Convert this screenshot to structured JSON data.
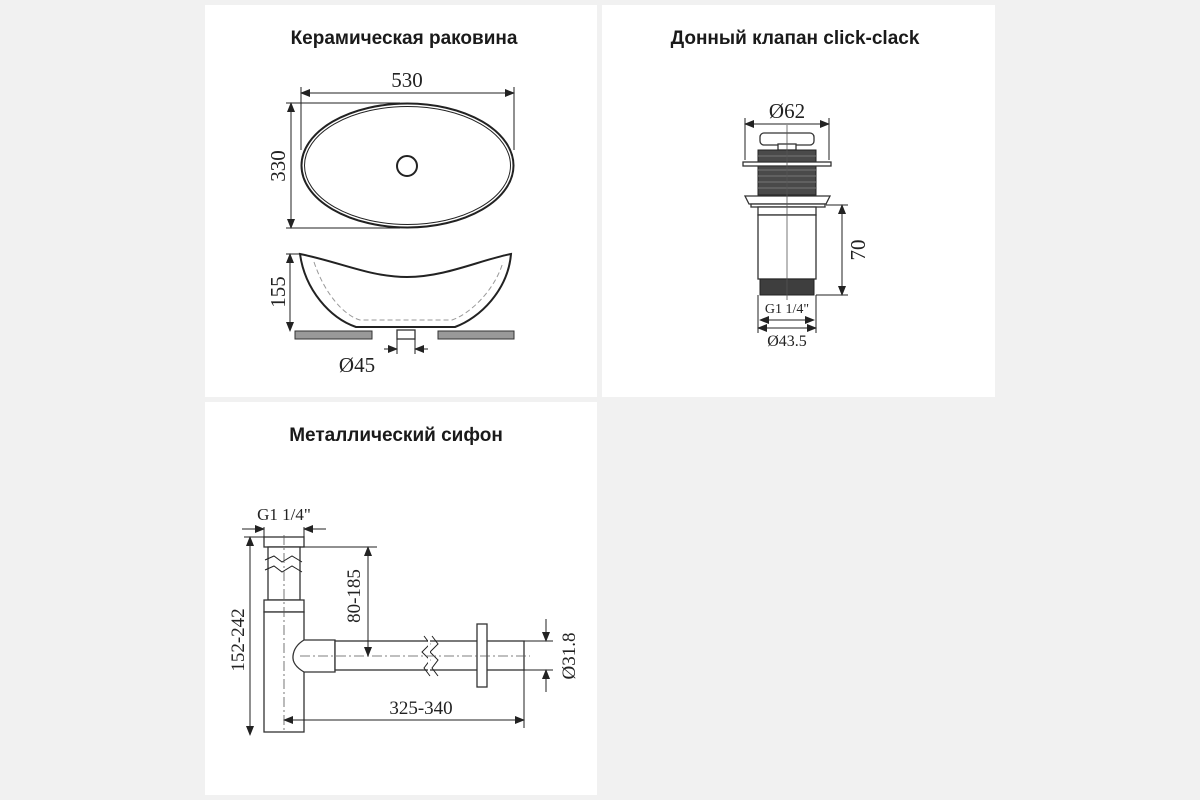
{
  "panels": [
    {
      "title": "Керамическая раковина",
      "dims": {
        "width": "530",
        "depth": "330",
        "height": "155",
        "drain": "Ø45"
      }
    },
    {
      "title": "Донный клапан click-clack",
      "dims": {
        "diameter": "Ø62",
        "height": "70",
        "thread": "G1 1/4\"",
        "outlet": "Ø43.5"
      }
    },
    {
      "title": "Металлический сифон",
      "dims": {
        "thread": "G1 1/4\"",
        "drop": "80-185",
        "total_height": "152-242",
        "length": "325-340",
        "outlet": "Ø31.8"
      }
    }
  ]
}
